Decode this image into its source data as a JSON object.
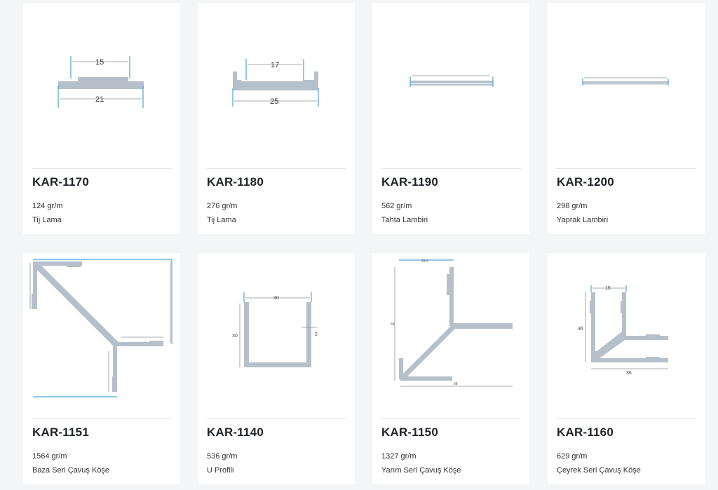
{
  "products": [
    {
      "code": "KAR-1170",
      "weight": "124 gr/m",
      "name": "Tij Lama",
      "dims": [
        "15",
        "21"
      ]
    },
    {
      "code": "KAR-1180",
      "weight": "276 gr/m",
      "name": "Tij Lama",
      "dims": [
        "17",
        "25"
      ]
    },
    {
      "code": "KAR-1190",
      "weight": "562 gr/m",
      "name": "Tahta Lambiri",
      "dims": []
    },
    {
      "code": "KAR-1200",
      "weight": "298 gr/m",
      "name": "Yaprak Lambiri",
      "dims": []
    },
    {
      "code": "KAR-1151",
      "weight": "1564 gr/m",
      "name": "Baza Seri Çavuş Köşe",
      "dims": []
    },
    {
      "code": "KAR-1140",
      "weight": "536 gr/m",
      "name": "U Profili",
      "dims": [
        "30",
        "30",
        "2"
      ]
    },
    {
      "code": "KAR-1150",
      "weight": "1327 gr/m",
      "name": "Yarım Seri Çavuş Köşe",
      "dims": [
        "33.9",
        "68",
        "68"
      ]
    },
    {
      "code": "KAR-1160",
      "weight": "629 gr/m",
      "name": "Çeyrek Seri Çavuş Köşe",
      "dims": [
        "15",
        "36",
        "36"
      ]
    }
  ],
  "colors": {
    "profile": "#b5c0ca",
    "dimension_line": "#4fa3d9",
    "card_bg": "#ffffff",
    "page_bg": "#f4f5f7"
  }
}
